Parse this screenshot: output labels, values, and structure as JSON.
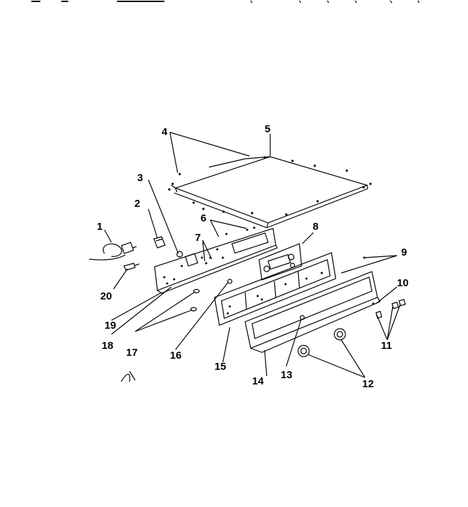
{
  "callouts": [
    {
      "id": "1",
      "text": "1"
    },
    {
      "id": "2",
      "text": "2"
    },
    {
      "id": "3",
      "text": "3"
    },
    {
      "id": "4",
      "text": "4"
    },
    {
      "id": "5",
      "text": "5"
    },
    {
      "id": "6",
      "text": "6"
    },
    {
      "id": "7",
      "text": "7"
    },
    {
      "id": "8",
      "text": "8"
    },
    {
      "id": "9",
      "text": "9"
    },
    {
      "id": "10",
      "text": "10"
    },
    {
      "id": "11",
      "text": "11"
    },
    {
      "id": "12",
      "text": "12"
    },
    {
      "id": "13",
      "text": "13"
    },
    {
      "id": "14",
      "text": "14"
    },
    {
      "id": "15",
      "text": "15"
    },
    {
      "id": "16",
      "text": "16"
    },
    {
      "id": "17",
      "text": "17"
    },
    {
      "id": "18",
      "text": "18"
    },
    {
      "id": "19",
      "text": "19"
    },
    {
      "id": "20",
      "text": "20"
    }
  ],
  "colors": {
    "line": "#000000",
    "background": "#ffffff"
  }
}
